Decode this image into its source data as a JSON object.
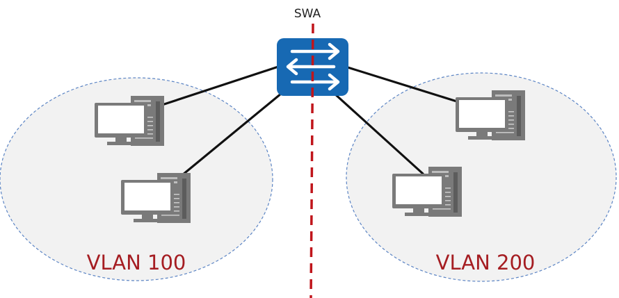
{
  "switch": {
    "label": "SWA",
    "icon": "switch-icon",
    "color": "#1769b3"
  },
  "divider": {
    "color": "#c0151b",
    "style": "dashed"
  },
  "vlans": [
    {
      "label": "VLAN 100",
      "color": "#a51d22",
      "fill": "#f2f2f2",
      "border": "#5b84c4",
      "hosts": [
        "pc-icon",
        "pc-icon"
      ]
    },
    {
      "label": "VLAN 200",
      "color": "#a51d22",
      "fill": "#f2f2f2",
      "border": "#5b84c4",
      "hosts": [
        "pc-icon",
        "pc-icon"
      ]
    }
  ],
  "links": {
    "color": "#111111"
  }
}
